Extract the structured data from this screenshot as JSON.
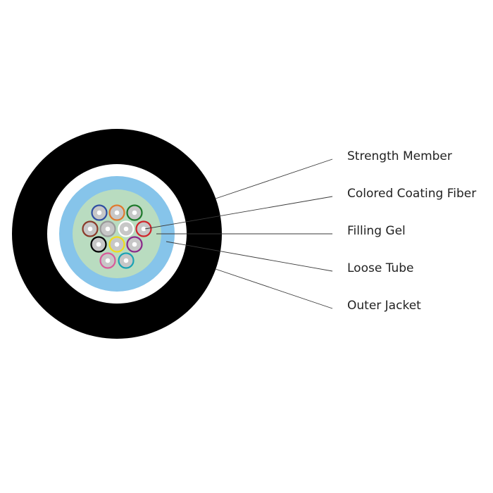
{
  "diagram": {
    "labels": {
      "strength_member": "Strength Member",
      "colored_coating_fiber": "Colored Coating Fiber",
      "filling_gel": "Filling Gel",
      "loose_tube": "Loose Tube",
      "outer_jacket": "Outer Jacket"
    },
    "layers": {
      "outer_jacket_color": "#000000",
      "strength_member_color": "#ffffff",
      "loose_tube_color": "#86c4ea",
      "filling_gel_color": "#b9dcc0",
      "fiber_core_color": "#c7c7c7",
      "callout_line_color": "#3a3a3a"
    },
    "fibers": [
      {
        "name": "blue",
        "color": "#2f4fa2"
      },
      {
        "name": "orange",
        "color": "#e07a2e"
      },
      {
        "name": "green",
        "color": "#1e7a2c"
      },
      {
        "name": "brown",
        "color": "#8a3b2a"
      },
      {
        "name": "slate",
        "color": "#9a9a9a"
      },
      {
        "name": "white",
        "color": "#ffffff"
      },
      {
        "name": "red",
        "color": "#d0242b"
      },
      {
        "name": "black",
        "color": "#000000"
      },
      {
        "name": "yellow",
        "color": "#f0dc1e"
      },
      {
        "name": "violet",
        "color": "#8a2a8a"
      },
      {
        "name": "rose",
        "color": "#d85b9a"
      },
      {
        "name": "aqua",
        "color": "#1aa3b4"
      }
    ]
  }
}
